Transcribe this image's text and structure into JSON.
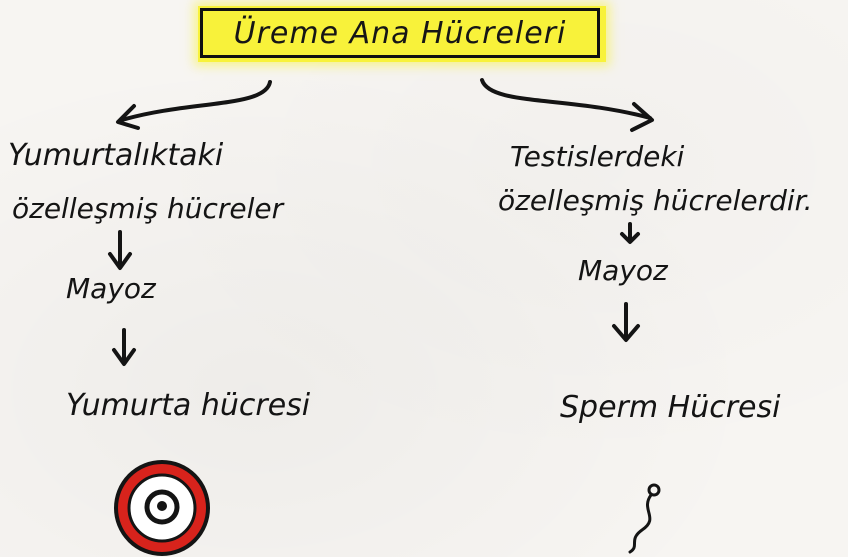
{
  "title": "Üreme Ana Hücreleri",
  "left": {
    "line1": "Yumurtalıktaki",
    "line2": "özelleşmiş hücreler",
    "process": "Mayoz",
    "result": "Yumurta hücresi"
  },
  "right": {
    "line1": "Testislerdeki",
    "line2": "özelleşmiş hücrelerdir.",
    "process": "Mayoz",
    "result": "Sperm Hücresi"
  },
  "colors": {
    "highlight": "#f8f23a",
    "ink": "#141414",
    "egg_red": "#d8231c"
  },
  "icons": [
    "egg-cell-icon",
    "sperm-cell-icon"
  ]
}
